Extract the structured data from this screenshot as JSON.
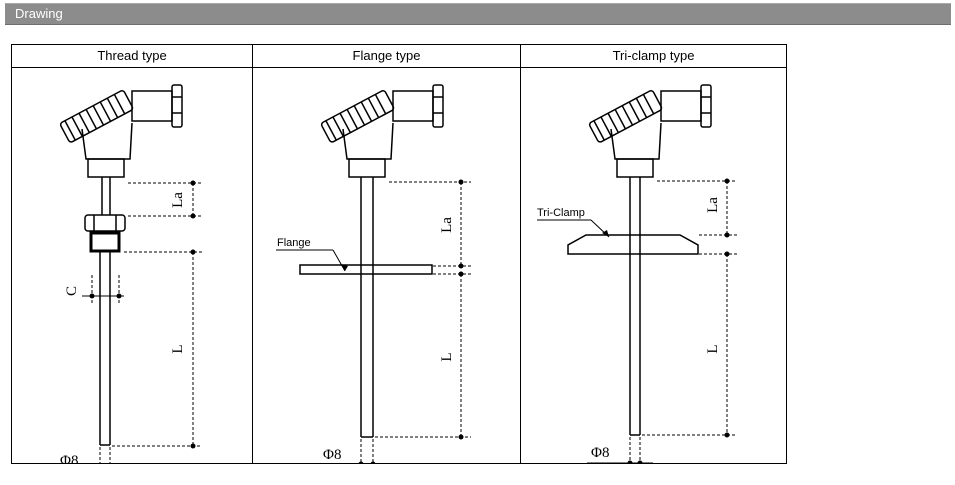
{
  "header": {
    "title": "Drawing"
  },
  "columns": [
    {
      "title": "Thread type"
    },
    {
      "title": "Flange type",
      "part_label": "Flange"
    },
    {
      "title": "Tri-clamp type",
      "part_label": "Tri-Clamp"
    }
  ],
  "dimensions": {
    "la": "La",
    "l": "L",
    "c": "C",
    "dia": "Φ8"
  },
  "colors": {
    "header_bg": "#8c8c8c",
    "line": "#000000"
  }
}
